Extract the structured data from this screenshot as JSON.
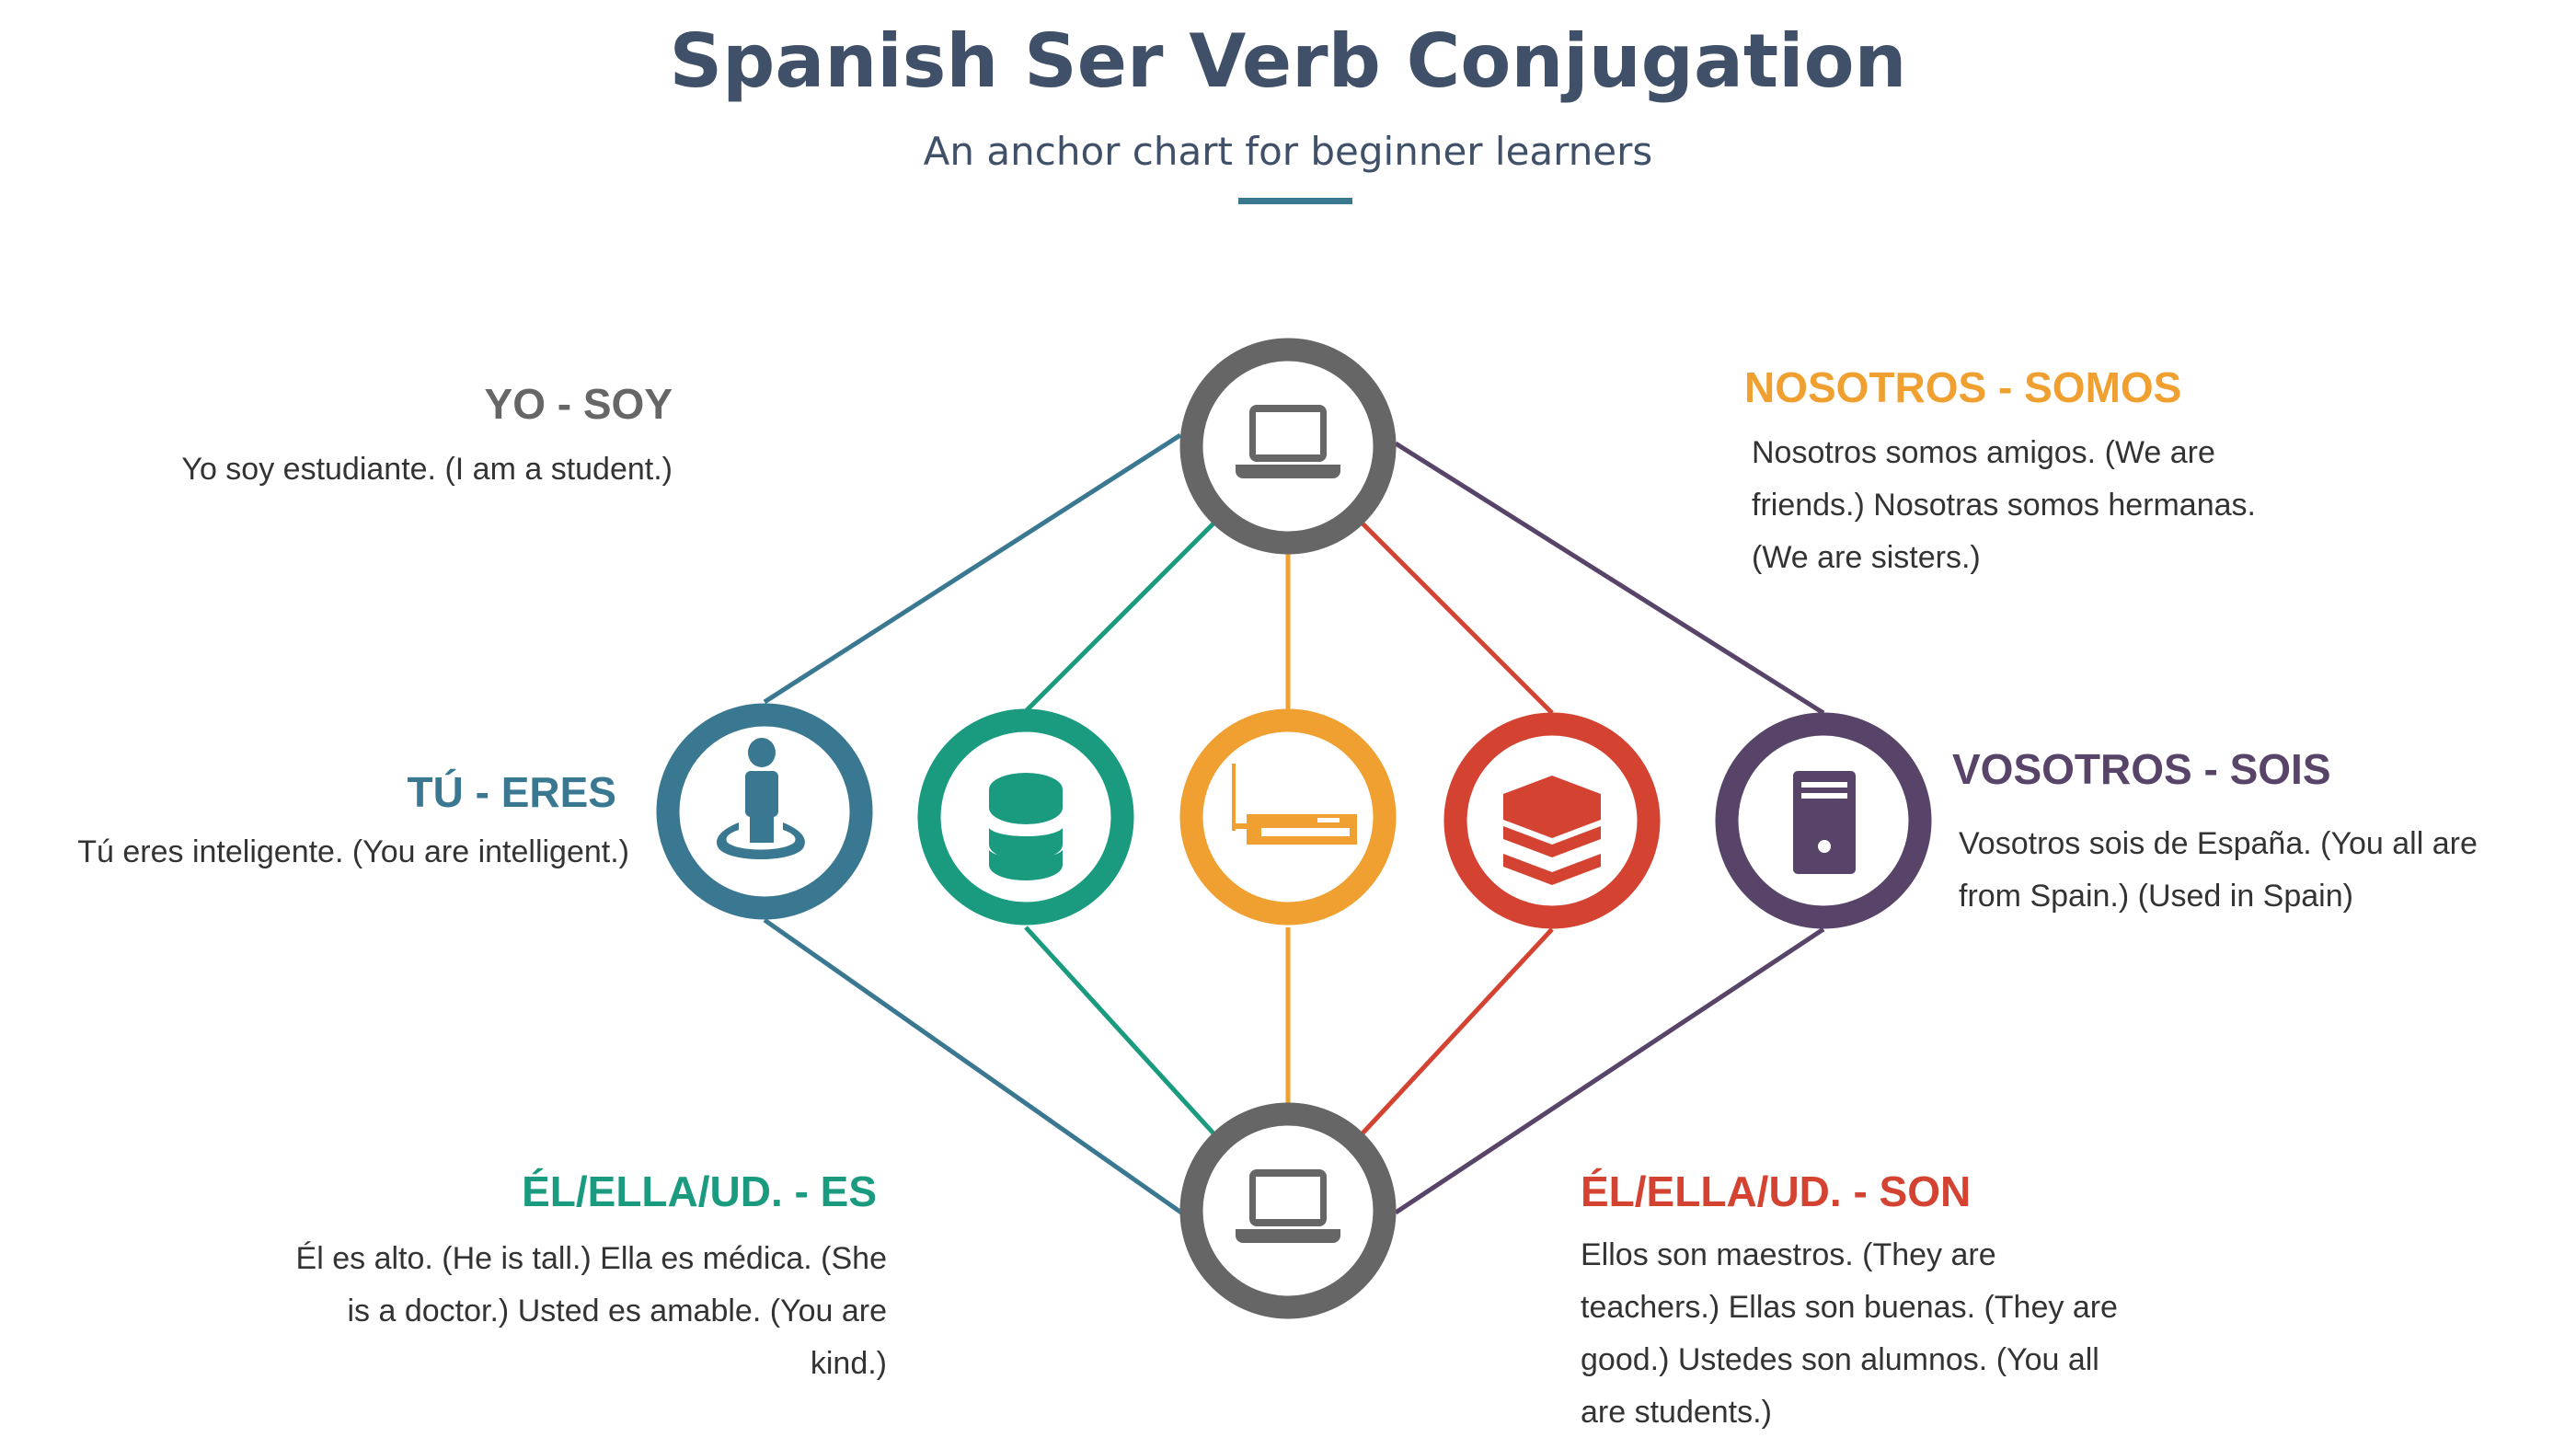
{
  "title": "Spanish Ser Verb Conjugation",
  "subtitle": "An anchor chart for beginner learners",
  "colors": {
    "gray": "#666666",
    "blue": "#3a7891",
    "teal": "#1a9b7f",
    "orange": "#efa030",
    "red": "#d44332",
    "purple": "#574468"
  },
  "nodes": [
    {
      "icon": "laptop-icon",
      "color": "#666666"
    },
    {
      "icon": "person-icon",
      "color": "#3a7891"
    },
    {
      "icon": "database-icon",
      "color": "#1a9b7f"
    },
    {
      "icon": "router-icon",
      "color": "#efa030"
    },
    {
      "icon": "layers-icon",
      "color": "#d44332"
    },
    {
      "icon": "server-icon",
      "color": "#574468"
    },
    {
      "icon": "laptop-icon",
      "color": "#666666"
    }
  ],
  "labels": {
    "yo": {
      "heading": "YO - SOY",
      "text": "Yo soy estudiante. (I am a student.)"
    },
    "tu": {
      "heading": "TÚ - ERES",
      "text": "Tú eres inteligente. (You are intelligent.)"
    },
    "el": {
      "heading": "ÉL/ELLA/UD. - ES",
      "text": "Él es alto. (He is tall.) Ella es médica. (She is a doctor.) Usted es amable. (You are kind.)"
    },
    "nosotros": {
      "heading": "NOSOTROS - SOMOS",
      "text": "Nosotros somos amigos. (We are friends.) Nosotras somos hermanas. (We are sisters.)"
    },
    "vosotros": {
      "heading": "VOSOTROS - SOIS",
      "text": "Vosotros sois de España. (You all are from Spain.) (Used in Spain)"
    },
    "ellos": {
      "heading": "ÉL/ELLA/UD. - SON",
      "text": "Ellos son maestros. (They are teachers.) Ellas son buenas. (They are good.) Ustedes son alumnos. (You all are students.)"
    }
  }
}
